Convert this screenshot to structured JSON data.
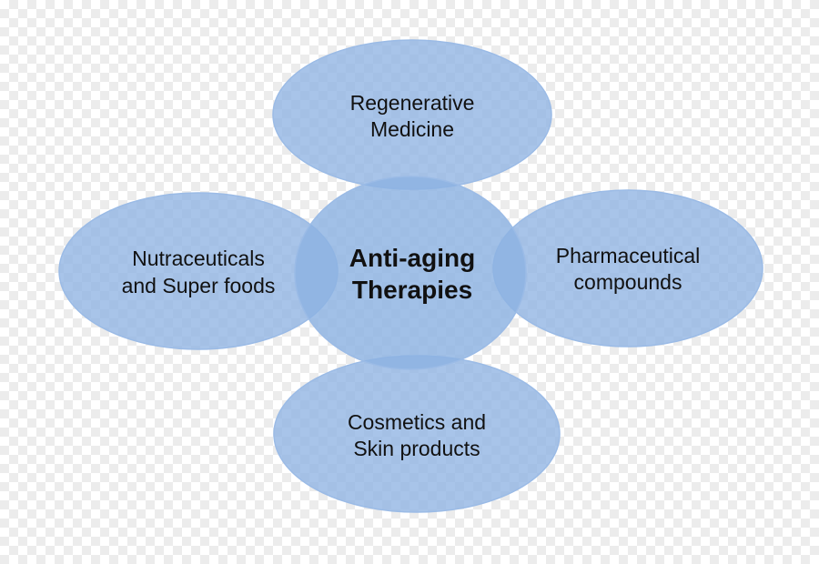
{
  "diagram": {
    "center": {
      "line1": "Anti-aging",
      "line2": "Therapies"
    },
    "nodes": {
      "top": {
        "line1": "Regenerative",
        "line2": "Medicine"
      },
      "left": {
        "line1": "Nutraceuticals",
        "line2": "and Super foods"
      },
      "right": {
        "line1": "Pharmaceutical",
        "line2": "compounds"
      },
      "bottom": {
        "line1": "Cosmetics and",
        "line2": "Skin products"
      }
    },
    "colors": {
      "bubble_fill": "#8fb4e3",
      "bubble_stroke": "#9bbbe6",
      "text": "#111111"
    }
  }
}
